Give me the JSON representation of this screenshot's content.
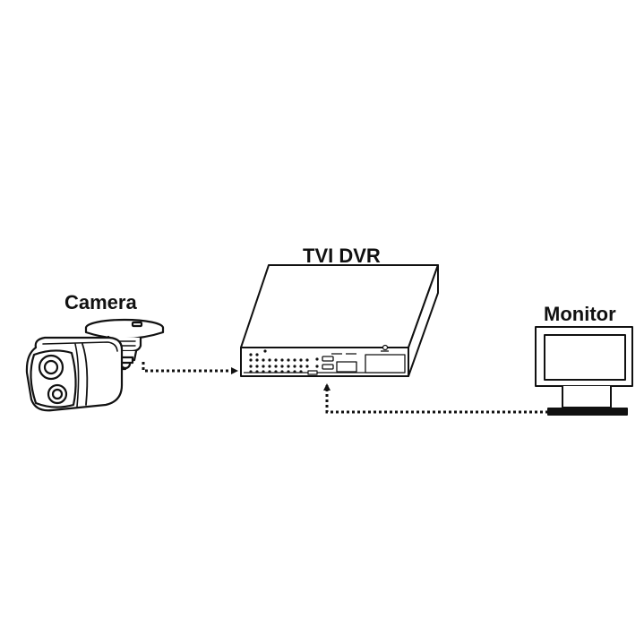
{
  "labels": {
    "camera": "Camera",
    "dvr": "TVI DVR",
    "monitor": "Monitor"
  },
  "colors": {
    "line": "#111111",
    "background": "#ffffff",
    "connection": "#111111"
  },
  "connections": [
    {
      "from": "camera",
      "to": "dvr",
      "style": "dotted",
      "arrow": "to"
    },
    {
      "from": "monitor",
      "to": "dvr",
      "style": "dotted",
      "arrow": "to"
    }
  ]
}
